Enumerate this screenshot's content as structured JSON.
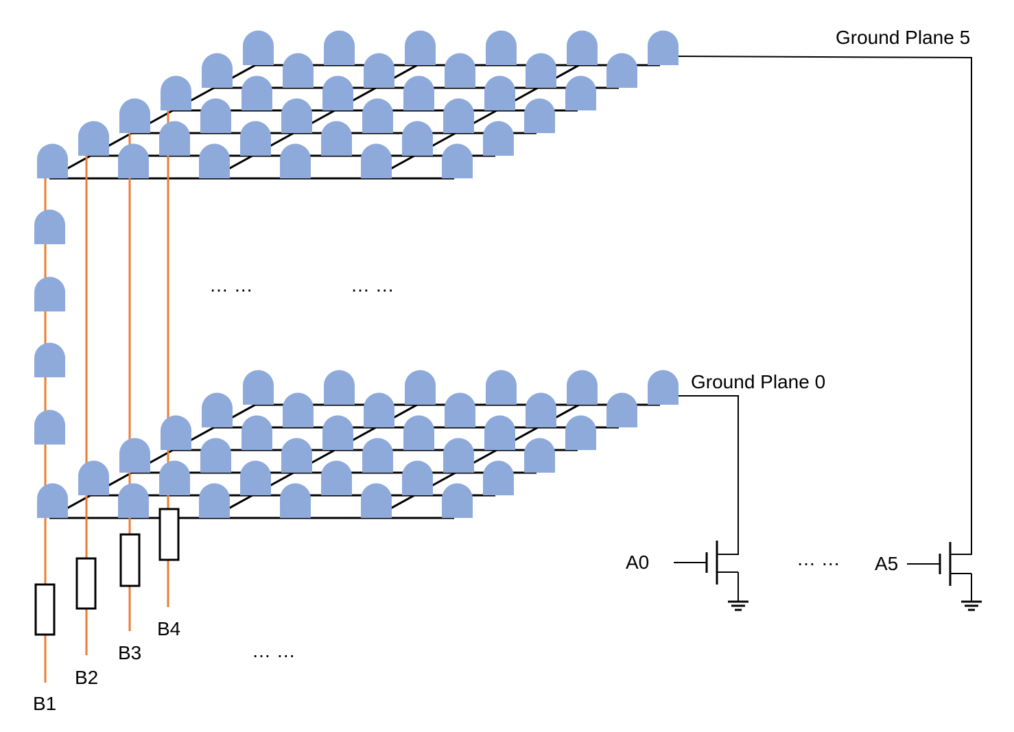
{
  "labels": {
    "ground_plane_top": "Ground Plane 5",
    "ground_plane_bottom": "Ground Plane 0",
    "gate_a0": "A0",
    "gate_a5": "A5",
    "col_b1": "B1",
    "col_b2": "B2",
    "col_b3": "B3",
    "col_b4": "B4",
    "ellipsis_left": "… …",
    "ellipsis_right": "… …",
    "ellipsis_columns": "… …",
    "ellipsis_transistors": "… …"
  },
  "colors": {
    "led": "#8eaadb",
    "column_wire": "#ed7d31",
    "grid_line": "#000000",
    "background": "#ffffff"
  },
  "grid": {
    "rows": 6,
    "columns": 6
  }
}
